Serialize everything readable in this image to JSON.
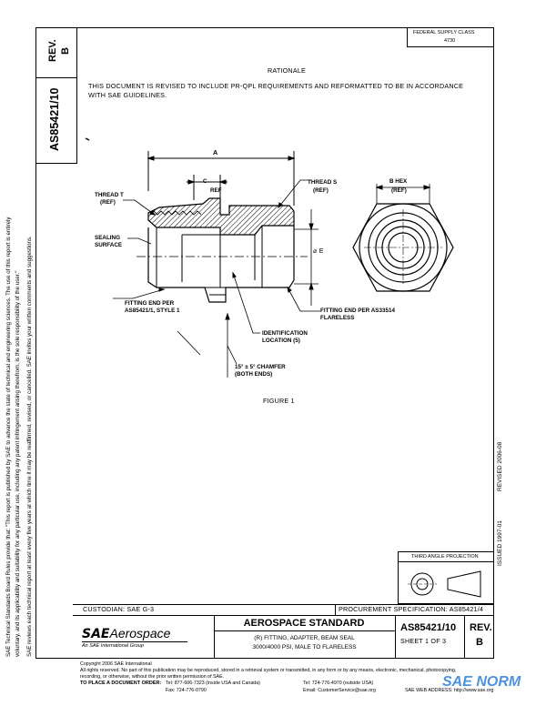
{
  "header": {
    "rev_label": "REV.",
    "rev_value": "B",
    "doc_number": "AS85421/10",
    "fed_code": "FEDERAL SUPPLY CLASS",
    "fed_value": "4730"
  },
  "left_margin": {
    "line1": "SAE Technical Standards Board Rules provide that: \"This report is published by SAE to advance the state of technical and engineering sciences. The use of this report is entirely",
    "line2": "voluntary, and its applicability and suitability for any particular use, including any patent infringement arising therefrom, is the sole responsibility of the user.\"",
    "line3": "SAE reviews each technical report at least every five years at which time it may be reaffirmed, revised, or cancelled. SAE invites your written comments and suggestions."
  },
  "right_margin": {
    "revised": "REVISED  2006-08",
    "issued": "ISSUED  1997-01"
  },
  "body": {
    "rationale_title": "RATIONALE",
    "rationale_text_1": "THIS DOCUMENT IS REVISED TO INCLUDE PR-QPL REQUIREMENTS AND REFORMATTED TO BE IN ACCORDANCE",
    "rationale_text_2": "WITH SAE GUIDELINES."
  },
  "figure": {
    "caption": "FIGURE 1",
    "dim_a": "A",
    "dim_c": "C",
    "dim_c_ref": "REF",
    "thread_t": "THREAD T",
    "thread_t_ref": "(REF)",
    "thread_s": "THREAD S",
    "thread_s_ref": "(REF)",
    "b_hex": "B HEX",
    "b_hex_ref": "(REF)",
    "sealing_1": "SEALING",
    "sealing_2": "SURFACE",
    "dia_e": "E",
    "fitting_end_1": "FITTING END PER",
    "fitting_end_2": "AS85421/1, STYLE 1",
    "fitting_end_s_1": "FITTING END PER AS33514",
    "fitting_end_s_2": "FLARELESS",
    "ident_1": "IDENTIFICATION",
    "ident_2": "LOCATION (5)",
    "chamfer_1": "15° ± 5° CHAMFER",
    "chamfer_2": "(BOTH ENDS)"
  },
  "projection": {
    "label": "THIRD ANGLE PROJECTION"
  },
  "footer": {
    "custodian": "CUSTODIAN:  SAE G-3",
    "procurement": "PROCUREMENT SPECIFICATION:  AS85421/4",
    "logo_sae": "SAE",
    "logo_aerospace": "Aerospace",
    "logo_sub": "An SAE International Group",
    "standard_title": "AEROSPACE STANDARD",
    "desc_1": "(R) FITTING, ADAPTER, BEAM SEAL",
    "desc_2": "3000/4000 PSI, MALE TO FLARELESS",
    "doc_number": "AS85421/10",
    "sheet": "SHEET 1 OF 3",
    "rev_label": "REV.",
    "rev_value": "B",
    "copyright": "Copyright 2006 SAE International",
    "rights_1": "All rights reserved. No part of this publication may be reproduced, stored in a retrieval system or transmitted, in any form or by any means, electronic, mechanical, photocopying,",
    "rights_2": "recording, or otherwise, without the prior written permission of SAE.",
    "order_label": "TO PLACE A DOCUMENT ORDER:",
    "tel_us": "Tel:  877-606-7323 (inside USA and Canada)",
    "tel_intl": "Tel:  724-776-4970 (outside USA)",
    "fax": "Fax:  724-776-0790",
    "email": "Email:  CustomerService@sae.org",
    "web": "SAE WEB ADDRESS:  http://www.sae.org",
    "watermark": "SAE NORM"
  }
}
